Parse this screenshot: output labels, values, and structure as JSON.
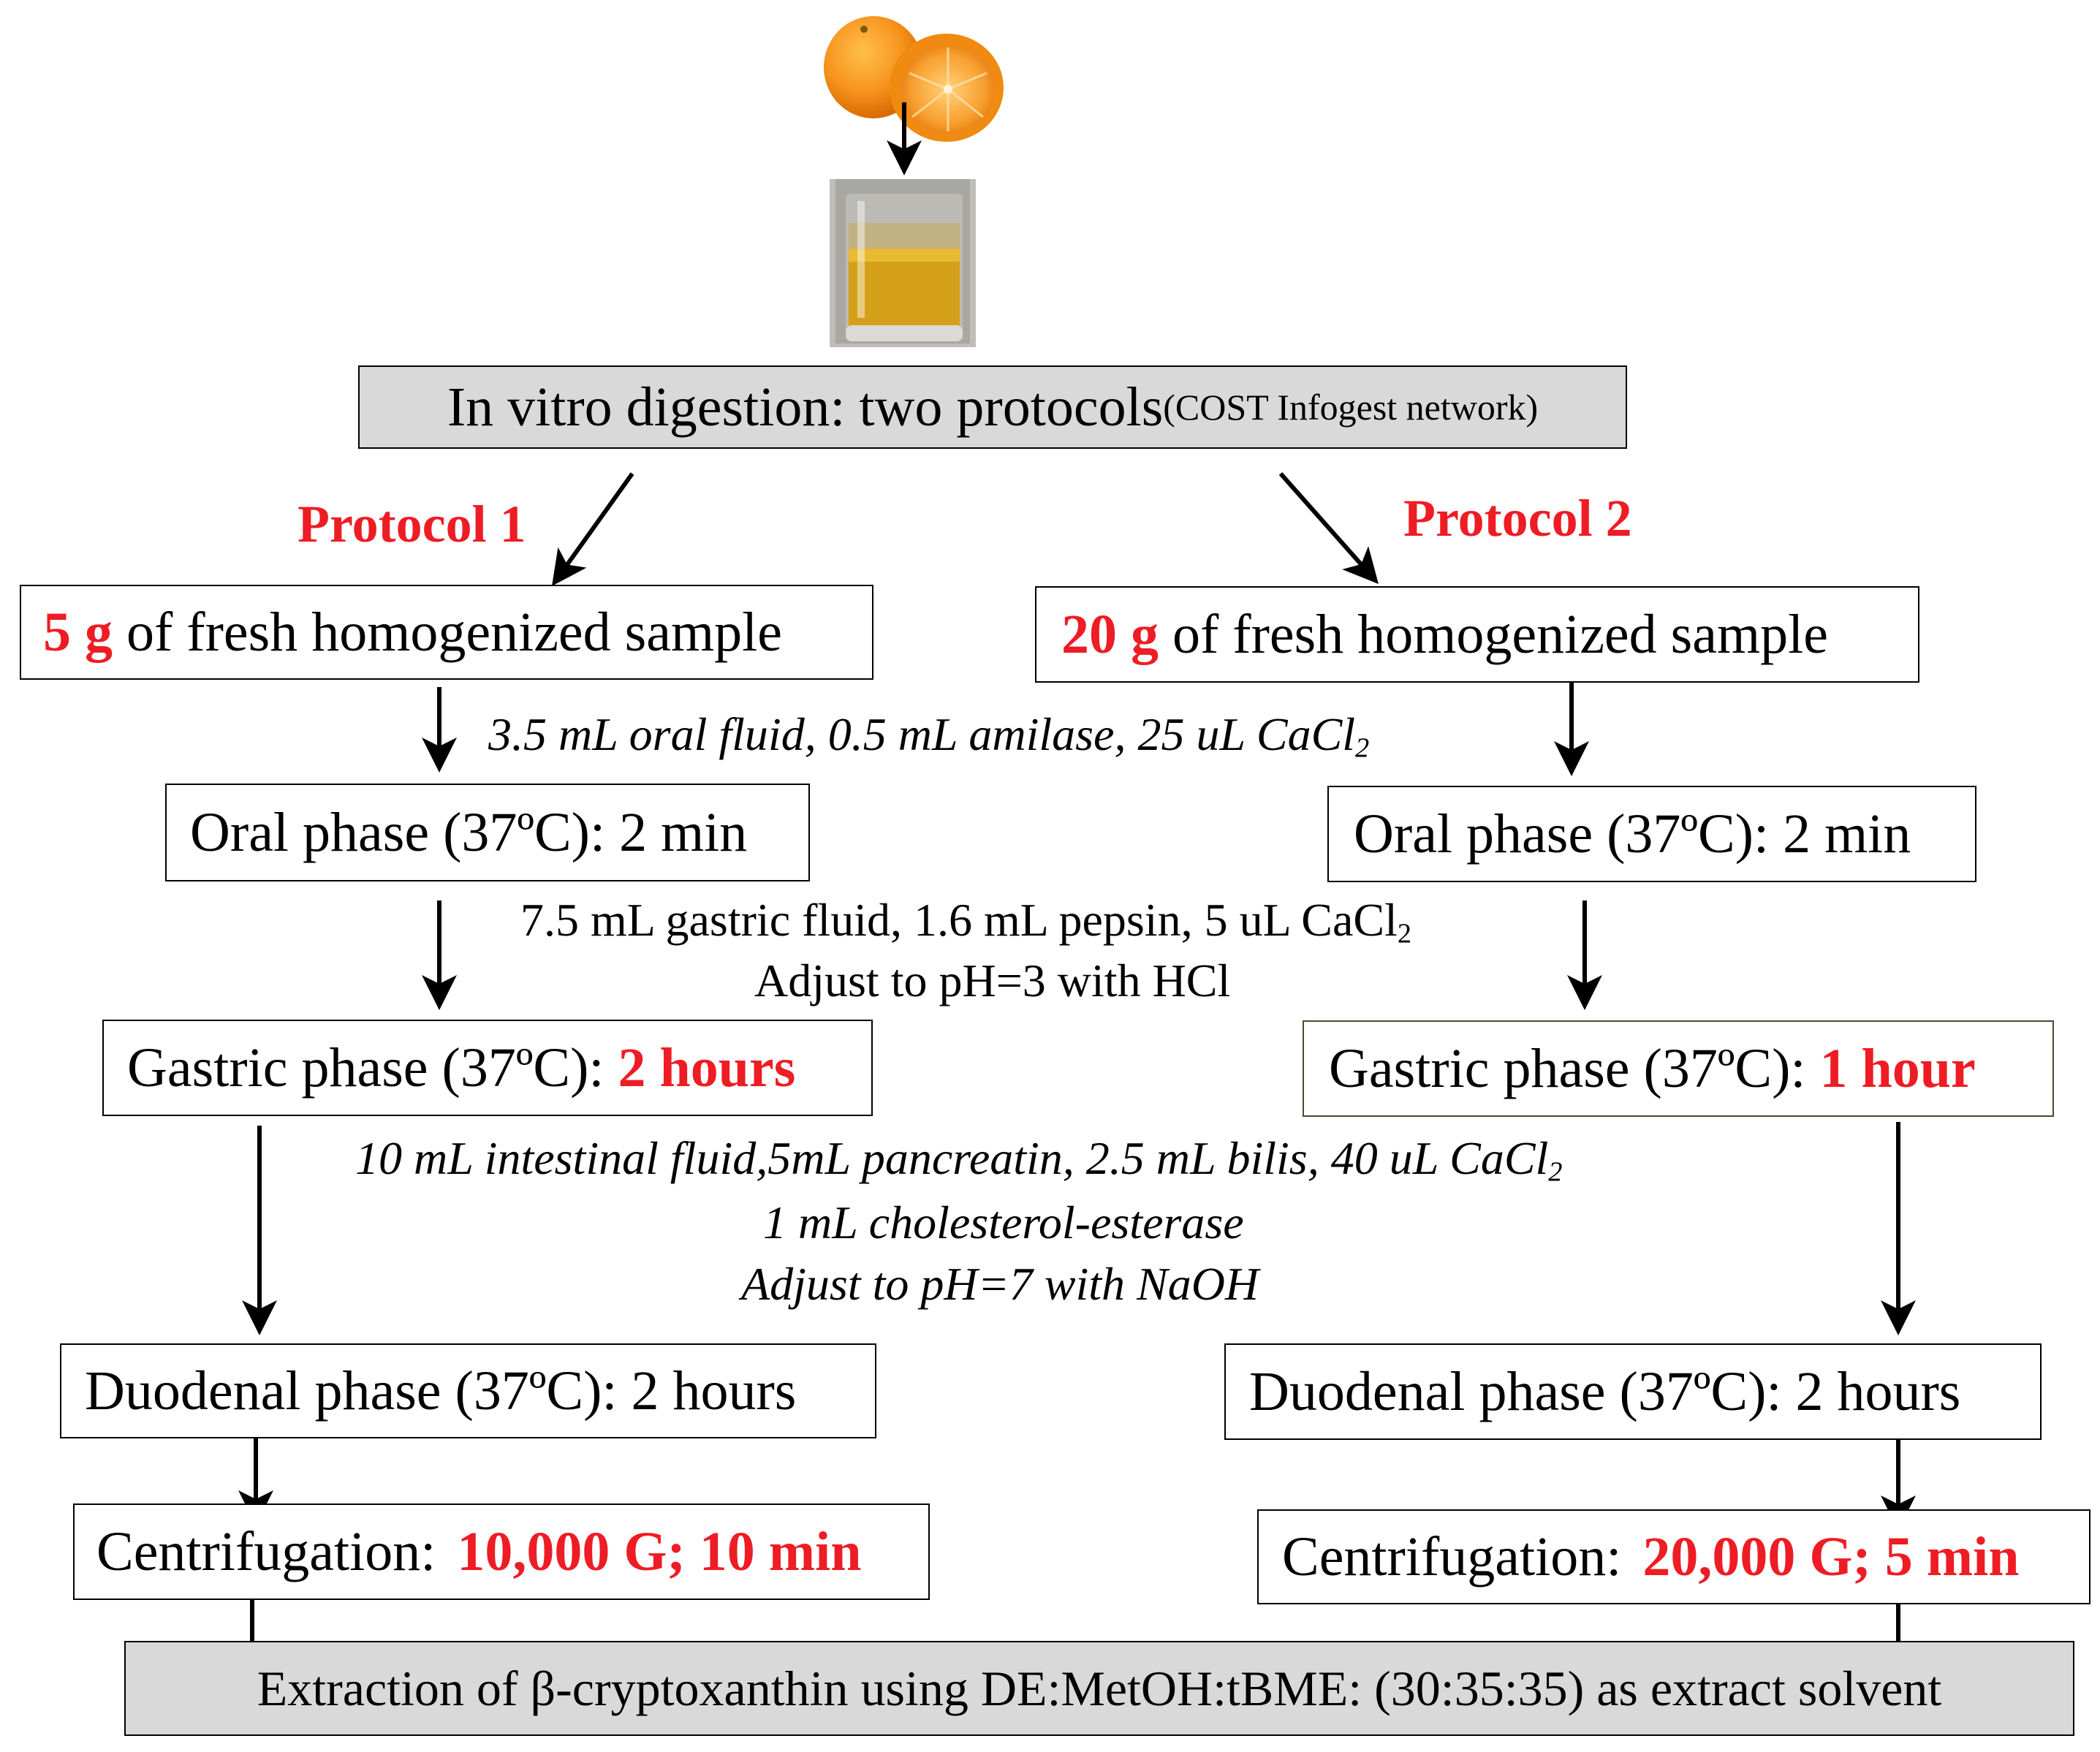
{
  "top": {
    "title_main": "In vitro digestion: two protocols ",
    "title_sub": "(COST Infogest network)"
  },
  "protocol1": {
    "label": "Protocol 1",
    "sample_amount": "5 g",
    "sample_text": " of fresh homogenized sample",
    "oral": "Oral phase (37ºC): 2 min",
    "gastric_prefix": "Gastric phase (37ºC): ",
    "gastric_time": "2 hours",
    "duodenal": "Duodenal phase (37ºC): 2 hours",
    "centri_prefix": "Centrifugation: ",
    "centri_value": "10,000 G; 10 min"
  },
  "protocol2": {
    "label": "Protocol 2",
    "sample_amount": "20 g",
    "sample_text": " of fresh homogenized sample",
    "oral": "Oral phase (37ºC): 2 min",
    "gastric_prefix": "Gastric phase (37ºC): ",
    "gastric_time": "1 hour",
    "duodenal": "Duodenal phase (37ºC): 2 hours",
    "centri_prefix": "Centrifugation: ",
    "centri_value": "20,000 G; 5 min"
  },
  "notes": {
    "oral_fluid": "3.5 mL oral fluid, 0.5 mL amilase, 25 uL CaCl",
    "oral_fluid_sub": "2",
    "gastric_fluid": "7.5 mL gastric fluid, 1.6 mL pepsin, 5 uL CaCl",
    "gastric_fluid_sub": "2",
    "gastric_ph": "Adjust to pH=3 with HCl",
    "intestinal_fluid": "10 mL intestinal fluid,5mL pancreatin, 2.5 mL bilis, 40 uL CaCl",
    "intestinal_fluid_sub": "2",
    "cholesterol": "1 mL cholesterol-esterase",
    "intestinal_ph": "Adjust to pH=7 with NaOH"
  },
  "bottom": {
    "extraction": "Extraction of β-cryptoxanthin using DE:MetOH:tBME: (30:35:35) as extract solvent"
  },
  "colors": {
    "highlight_red": "#ee1c24",
    "orange_fruit": "#f7941d",
    "homogenate": "#d4a019",
    "gray_box": "#d9d9d9"
  }
}
